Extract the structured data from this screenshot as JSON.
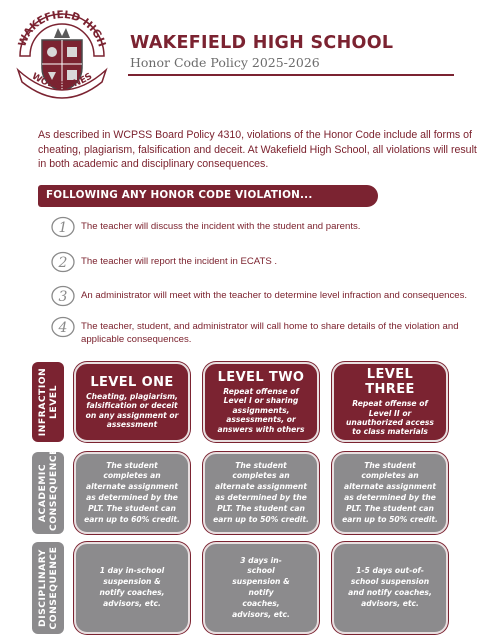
{
  "header": {
    "crest": {
      "top_text": "WAKEFIELD HIGH",
      "bottom_text": "WOLVERINES",
      "icon": "school-crest-icon"
    },
    "school_name": "WAKEFIELD HIGH SCHOOL",
    "policy_title": "Honor Code Policy 2025-2026"
  },
  "intro": "As described in WCPSS Board Policy 4310, violations of the Honor Code include all forms of cheating, plagiarism, falsification and deceit. At Wakefield High School, all violations will result in both academic and disciplinary consequences.",
  "banner": "FOLLOWING ANY HONOR CODE VIOLATION...",
  "steps": [
    {
      "num": "1",
      "text": "The teacher will discuss the incident with the student and parents."
    },
    {
      "num": "2",
      "text": "The teacher will report the incident in ECATS ."
    },
    {
      "num": "3",
      "text": "An administrator will meet with the teacher to determine level infraction and consequences."
    },
    {
      "num": "4",
      "text": "The teacher, student, and administrator will call home to share details of the violation and applicable consequences."
    }
  ],
  "rows": {
    "infraction": "INFRACTION LEVEL",
    "academic": "ACADEMIC CONSEQUENCE",
    "disciplinary": "DISCIPLINARY CONSEQUENCE"
  },
  "levels": [
    {
      "title": "LEVEL ONE",
      "description": "Cheating, plagiarism, falsification or deceit on any assignment or assessment",
      "academic": "The student completes an alternate assignment as determined by the PLT. The student can earn up to 60% credit.",
      "disciplinary": "1 day in-school suspension & notify coaches, advisors, etc."
    },
    {
      "title": "LEVEL TWO",
      "description": "Repeat offense of Level I or sharing assignments, assessments, or answers with others",
      "academic": "The student completes an alternate assignment as determined by the PLT. The student can earn up to 50% credit.",
      "disciplinary": "3 days in-school suspension & notify coaches, advisors, etc."
    },
    {
      "title": "LEVEL THREE",
      "description": "Repeat offense of Level II or unauthorized access to class materials",
      "academic": "The student completes an alternate assignment as determined by the PLT. The student can earn up to 50% credit.",
      "disciplinary": "1-5 days out-of-school suspension and notify coaches, advisors, etc."
    }
  ],
  "colors": {
    "maroon": "#7b2331",
    "gray": "#8c8b8d",
    "text": "#7a1f2b"
  }
}
